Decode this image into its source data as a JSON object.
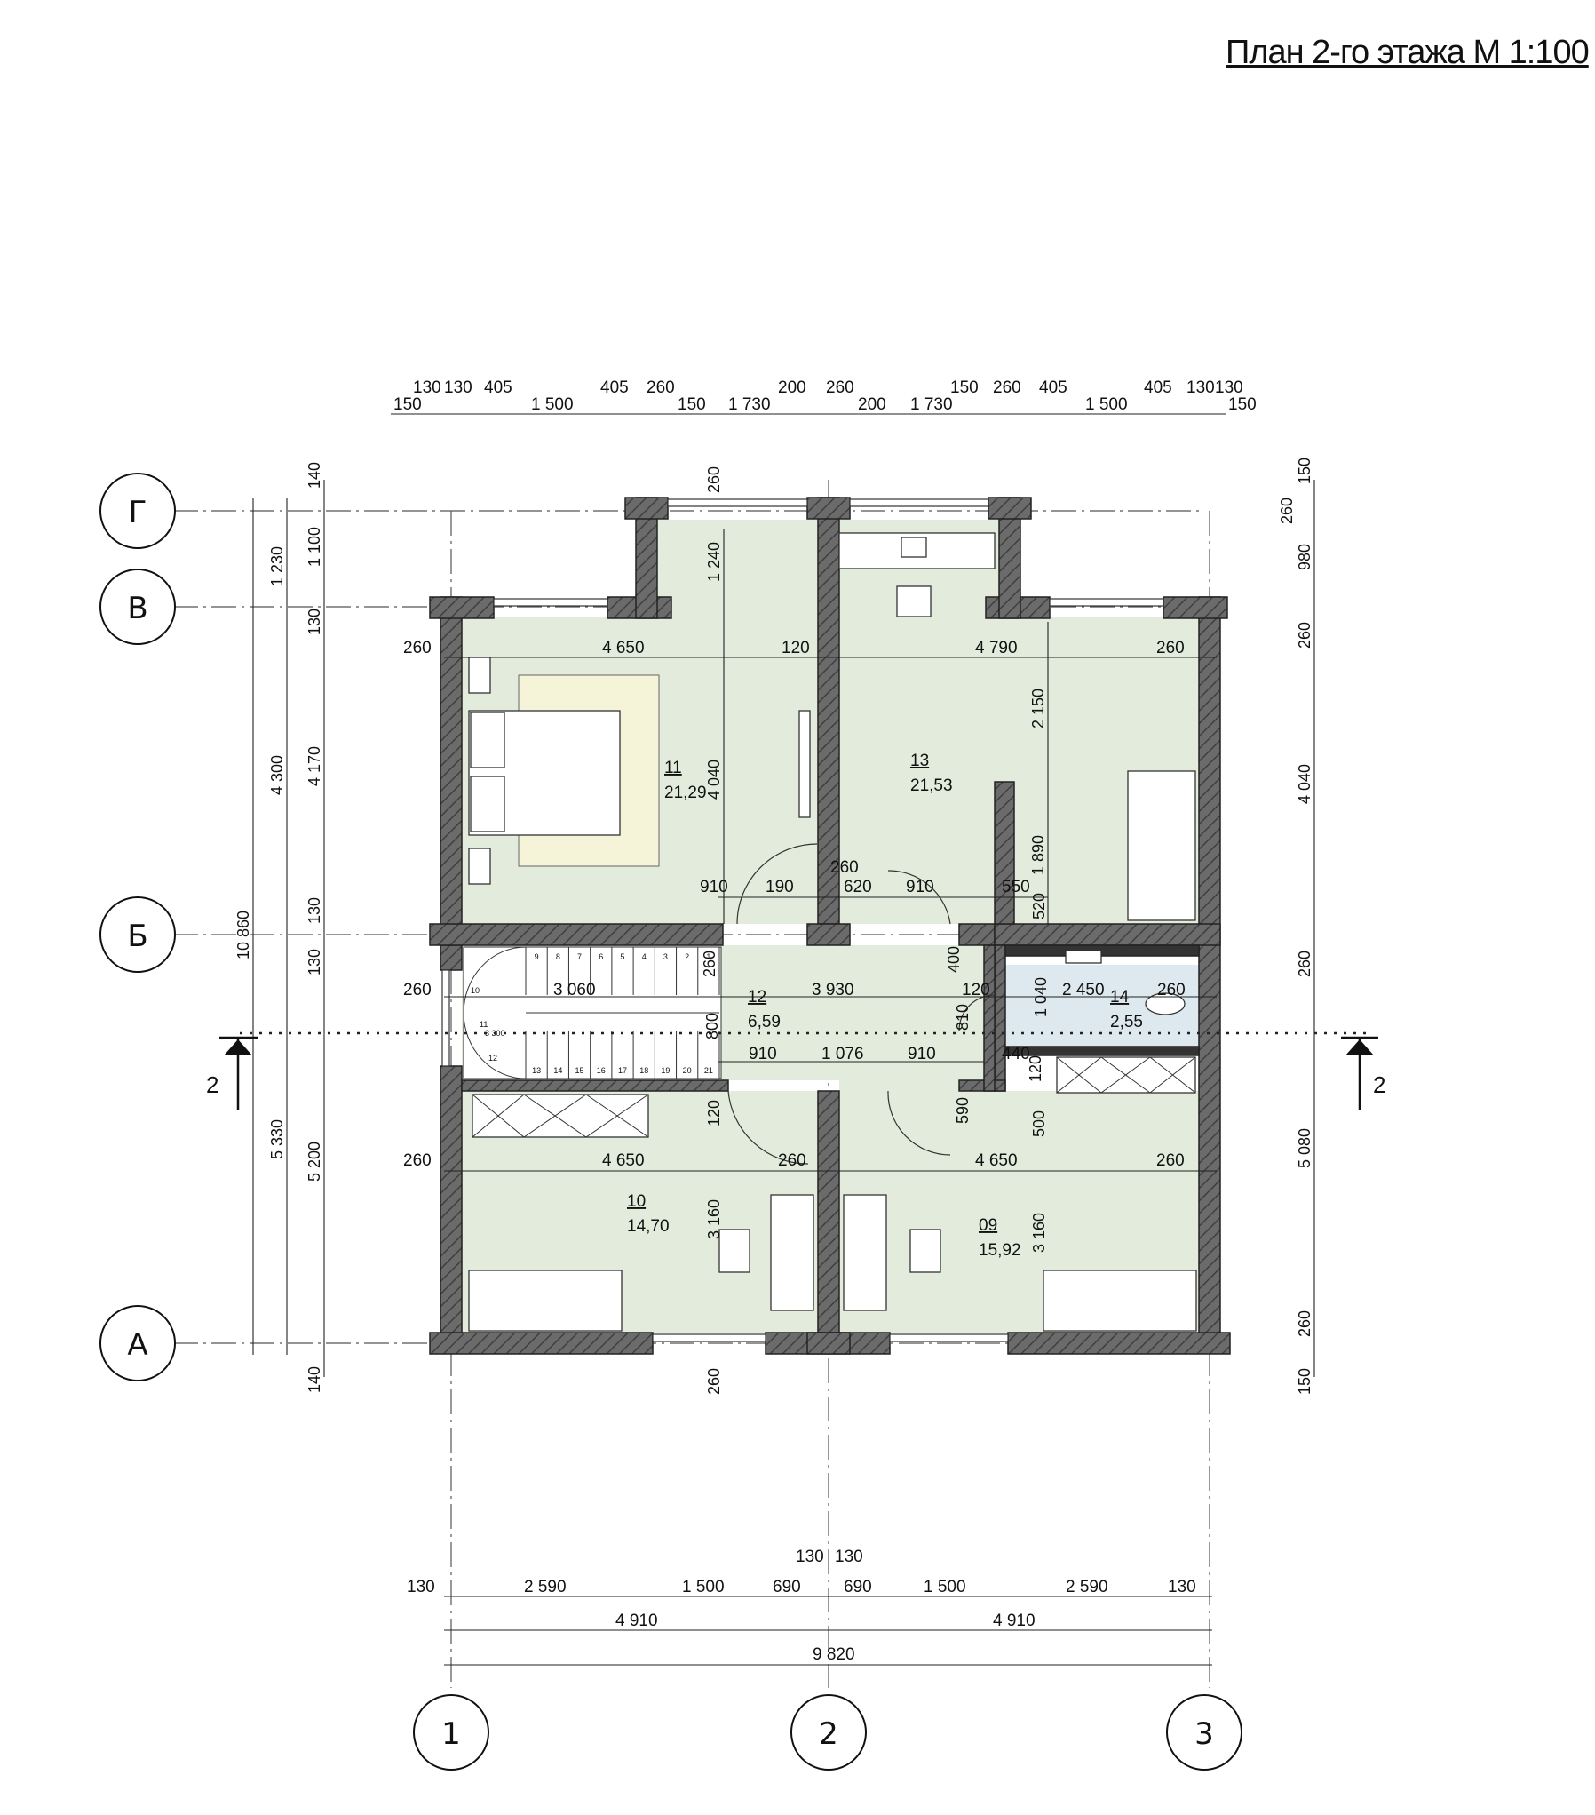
{
  "title": "План 2-го этажа М 1:100",
  "axes": {
    "rows": [
      {
        "id": "row-g",
        "label": "Г"
      },
      {
        "id": "row-v",
        "label": "В"
      },
      {
        "id": "row-b",
        "label": "Б"
      },
      {
        "id": "row-a",
        "label": "А"
      }
    ],
    "cols": [
      {
        "id": "col-1",
        "label": "1"
      },
      {
        "id": "col-2",
        "label": "2"
      },
      {
        "id": "col-3",
        "label": "3"
      }
    ]
  },
  "rooms": [
    {
      "id": "room-11",
      "number": "11",
      "area": "21,29"
    },
    {
      "id": "room-13",
      "number": "13",
      "area": "21,53"
    },
    {
      "id": "room-12",
      "number": "12",
      "area": "6,59"
    },
    {
      "id": "room-14",
      "number": "14",
      "area": "2,55"
    },
    {
      "id": "room-10",
      "number": "10",
      "area": "14,70"
    },
    {
      "id": "room-09",
      "number": "09",
      "area": "15,92"
    }
  ],
  "section": {
    "label": "2"
  },
  "dims": {
    "top_row1": [
      "130",
      "130",
      "405",
      "405",
      "260",
      "200",
      "260",
      "150",
      "260",
      "405",
      "405",
      "130",
      "130"
    ],
    "top_row2": [
      "150",
      "1 500",
      "150",
      "1 730",
      "200",
      "1 730",
      "1 500",
      "150"
    ],
    "bottom_row1": [
      "130",
      "2 590",
      "1 500",
      "690",
      "690",
      "1 500",
      "2 590",
      "130"
    ],
    "bottom_mid": [
      "130",
      "130"
    ],
    "bottom_row2": [
      "4 910",
      "4 910"
    ],
    "bottom_row3": "9 820",
    "left_outer": "10 860",
    "left_mid": [
      "1 230",
      "4 300",
      "5 330"
    ],
    "left_inner": [
      "140",
      "1 100",
      "130",
      "4 170",
      "130",
      "130",
      "5 200",
      "140"
    ],
    "right": [
      "150",
      "260",
      "980",
      "260",
      "4 040",
      "260",
      "5 080",
      "260",
      "150"
    ],
    "interior": {
      "r11_w": "4 650",
      "r11_wall": "260",
      "wall_120a": "120",
      "r11_h": "4 040",
      "top_1240": "1 240",
      "top_260": "260",
      "r13_w": "4 790",
      "r13_wall": "260",
      "r13_2150": "2 150",
      "r13_1890": "1 890",
      "d910a": "910",
      "d190": "190",
      "d260": "260",
      "d620": "620",
      "d910b": "910",
      "d550": "550",
      "d520": "520",
      "stair_3060": "3 060",
      "stair_260": "260",
      "stair_3300": "3 300",
      "stair_260b": "260",
      "hall_3930": "3 930",
      "hall_400": "400",
      "hall_120": "120",
      "hall_800": "800",
      "hall_810": "810",
      "bath_2450": "2 450",
      "bath_260": "260",
      "bath_1040": "1 040",
      "bath_120": "120",
      "c910a": "910",
      "c1076": "1 076",
      "c910b": "910",
      "c440": "440",
      "r10_120": "120",
      "r10_w": "4 650",
      "r10_260a": "260",
      "r10_260b": "260",
      "r10_3160": "3 160",
      "r09_590": "590",
      "r09_500": "500",
      "r09_w": "4 650",
      "r09_260": "260",
      "r09_3160": "3 160",
      "bottom_260": "260"
    }
  },
  "stairs": {
    "top": [
      "9",
      "8",
      "7",
      "6",
      "5",
      "4",
      "3",
      "2",
      "1"
    ],
    "bottom": [
      "13",
      "14",
      "15",
      "16",
      "17",
      "18",
      "19",
      "20",
      "21"
    ],
    "winder": [
      "10",
      "11",
      "12"
    ]
  }
}
